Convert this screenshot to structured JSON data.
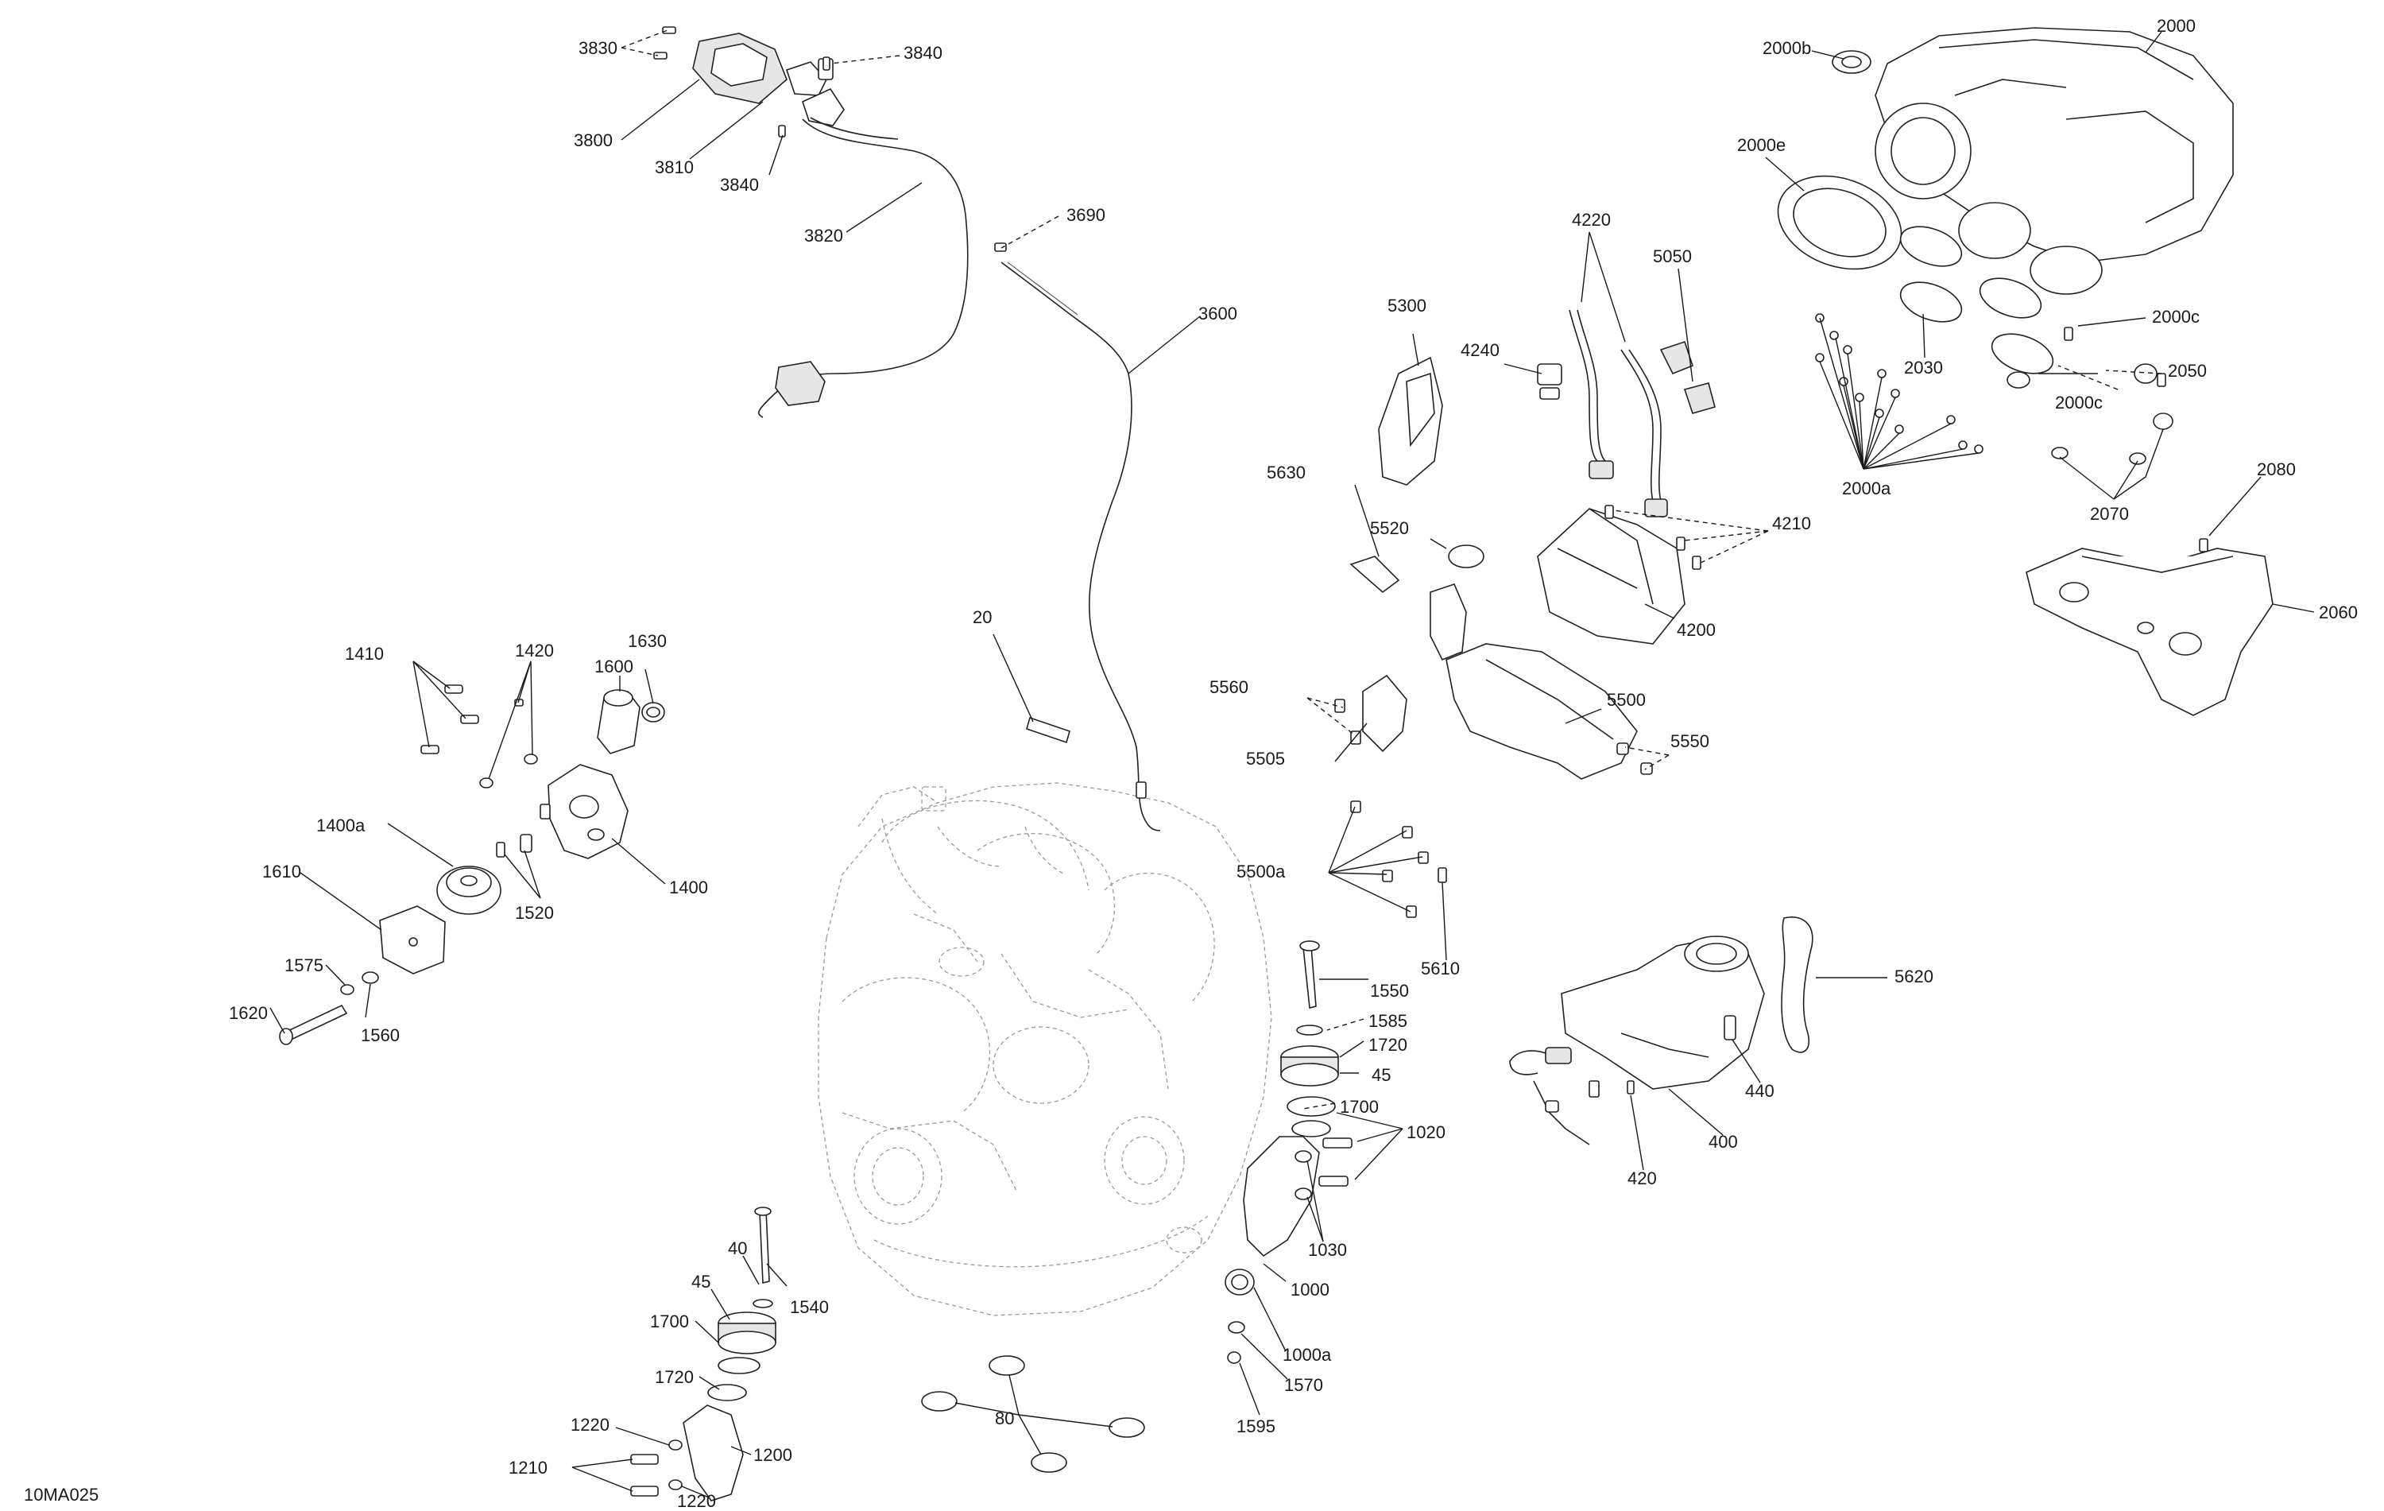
{
  "diagram": {
    "reference_code": "10MA025",
    "callouts": {
      "c3830": "3830",
      "c3840a": "3840",
      "c3800": "3800",
      "c3810": "3810",
      "c3840b": "3840",
      "c3820": "3820",
      "c3690": "3690",
      "c3600": "3600",
      "c2000b": "2000b",
      "c2000": "2000",
      "c2000e": "2000e",
      "c2000c1": "2000c",
      "c2030": "2030",
      "c2050": "2050",
      "c2000c2": "2000c",
      "c2000a": "2000a",
      "c2070": "2070",
      "c2080": "2080",
      "c2060": "2060",
      "c4220": "4220",
      "c5050": "5050",
      "c5300": "5300",
      "c4240": "4240",
      "c5630": "5630",
      "c5520": "5520",
      "c4210": "4210",
      "c4200": "4200",
      "c5560": "5560",
      "c5500": "5500",
      "c5550": "5550",
      "c5505": "5505",
      "c20": "20",
      "c5500a": "5500a",
      "c5610": "5610",
      "c5620": "5620",
      "c1410": "1410",
      "c1420": "1420",
      "c1630": "1630",
      "c1600": "1600",
      "c1400a": "1400a",
      "c1610": "1610",
      "c1520": "1520",
      "c1400": "1400",
      "c1575": "1575",
      "c1620": "1620",
      "c1560": "1560",
      "c1550": "1550",
      "c1585": "1585",
      "c1720a": "1720",
      "c45a": "45",
      "c1700a": "1700",
      "c1020": "1020",
      "c1030": "1030",
      "c1000": "1000",
      "c1000a": "1000a",
      "c1570": "1570",
      "c1595": "1595",
      "c440": "440",
      "c400": "400",
      "c420": "420",
      "c40": "40",
      "c45b": "45",
      "c1540": "1540",
      "c1700b": "1700",
      "c1720b": "1720",
      "c1220a": "1220",
      "c1200": "1200",
      "c1210": "1210",
      "c1220b": "1220",
      "c80": "80"
    }
  }
}
